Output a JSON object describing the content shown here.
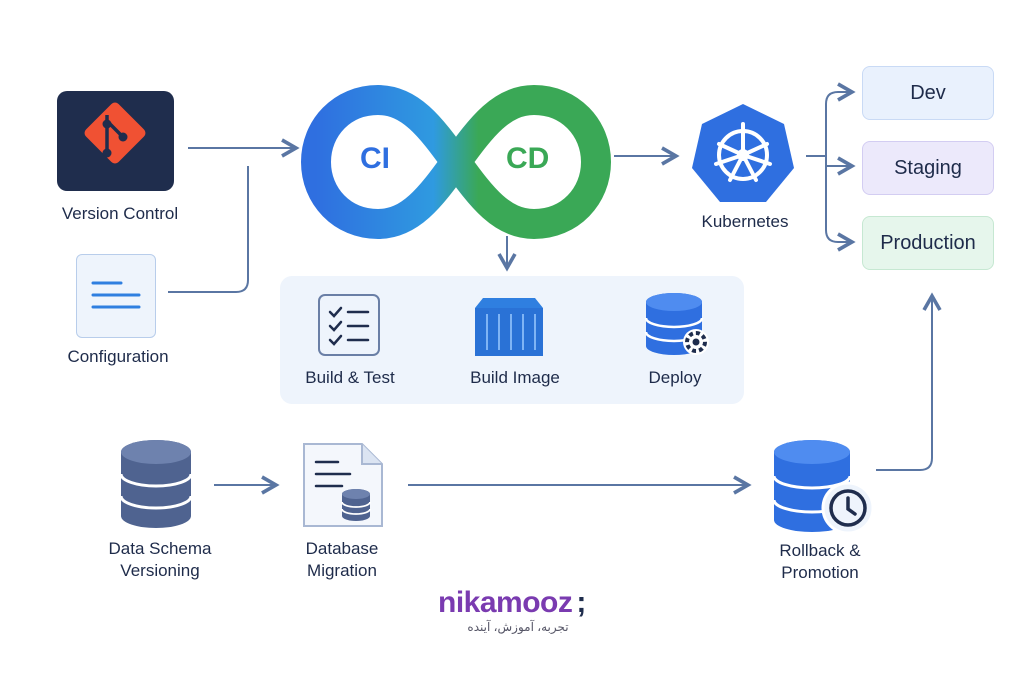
{
  "sources": {
    "version_control": "Version Control",
    "configuration": "Configuration"
  },
  "loop": {
    "ci": "CI",
    "cd": "CD"
  },
  "orchestrator": {
    "label": "Kubernetes"
  },
  "environments": [
    {
      "label": "Dev",
      "color": "#e9f1fd"
    },
    {
      "label": "Staging",
      "color": "#ece9fb"
    },
    {
      "label": "Production",
      "color": "#e6f6ec"
    }
  ],
  "pipeline": {
    "stages": [
      {
        "label": "Build & Test"
      },
      {
        "label": "Build Image"
      },
      {
        "label": "Deploy"
      }
    ]
  },
  "database": {
    "schema_line1": "Data Schema",
    "schema_line2": "Versioning",
    "migration_line1": "Database",
    "migration_line2": "Migration",
    "rollback_line1": "Rollback &",
    "rollback_line2": "Promotion"
  },
  "brand": {
    "name": "nikamooz",
    "mark": ";",
    "tagline": "تجربه، آموزش، آینده"
  },
  "colors": {
    "blue": "#2f6fe0",
    "green": "#3aa856",
    "arrow": "#5a76a3",
    "git": "#f05133",
    "navy": "#1f2d4d"
  }
}
